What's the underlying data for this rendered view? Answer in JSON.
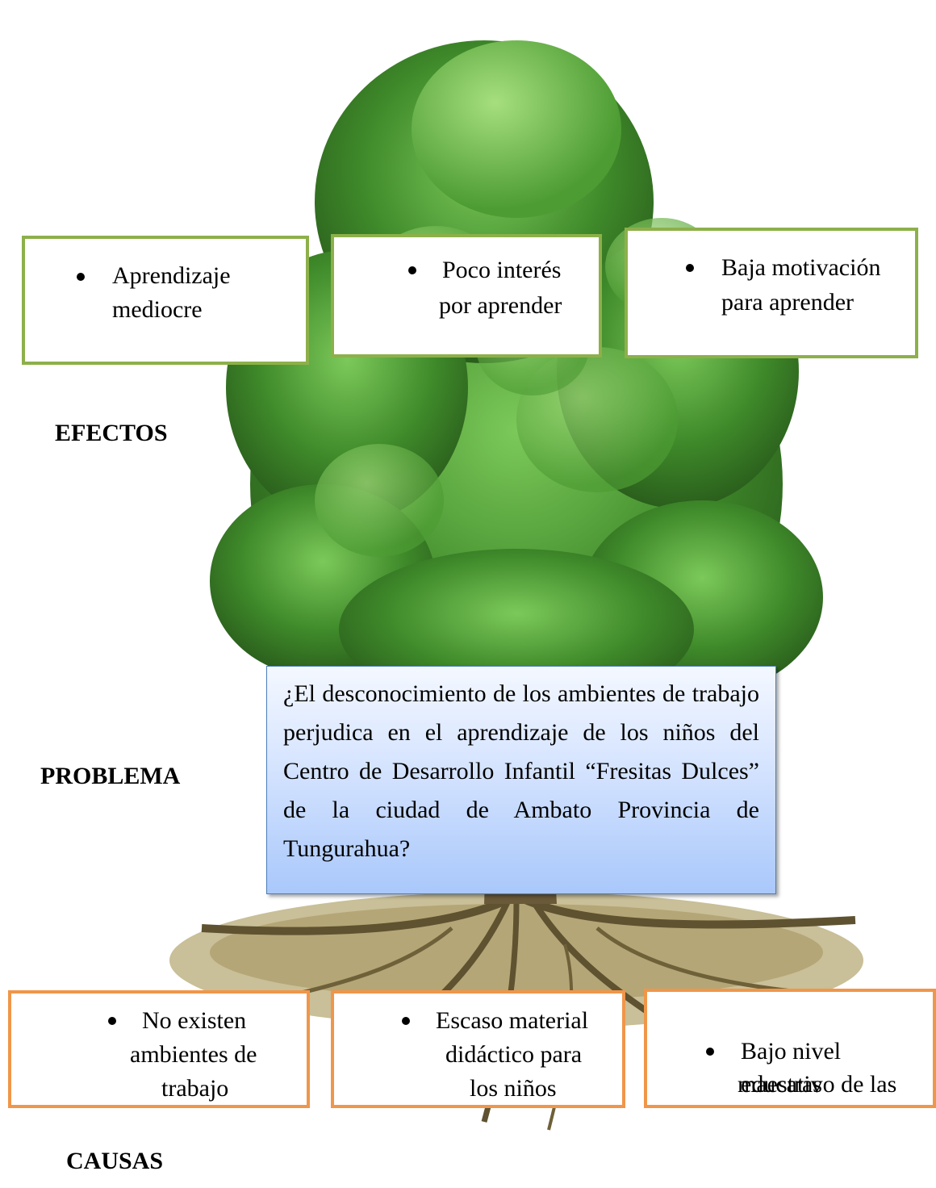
{
  "labels": {
    "effects": "EFECTOS",
    "problem": "PROBLEMA",
    "causes": "CAUSAS"
  },
  "effects": [
    {
      "line1": "Aprendizaje",
      "line2": "mediocre"
    },
    {
      "line1": "Poco interés",
      "line2": "por aprender"
    },
    {
      "line1": "Baja motivación",
      "line2": "para aprender"
    }
  ],
  "problem_text": "¿El desconocimiento de los ambientes de trabajo perjudica en el aprendizaje de los niños del Centro de Desarrollo Infantil “Fresitas Dulces” de la ciudad de Ambato Provincia de Tungurahua?",
  "causes": [
    {
      "line1": "No existen",
      "line2": "ambientes de",
      "line3": "trabajo"
    },
    {
      "line1": "Escaso material",
      "line2": "didáctico para",
      "line3": "los niños"
    },
    {
      "line1": "Bajo nivel",
      "line2": "educativo de las",
      "line3": "maestras"
    }
  ],
  "colors": {
    "effect_border": "#8db04a",
    "cause_border": "#f0964a",
    "problem_fill": "#a9c8fb",
    "problem_border": "#4a7ebb",
    "foliage": "#3f8a2a",
    "roots": "#8a7a4a"
  }
}
